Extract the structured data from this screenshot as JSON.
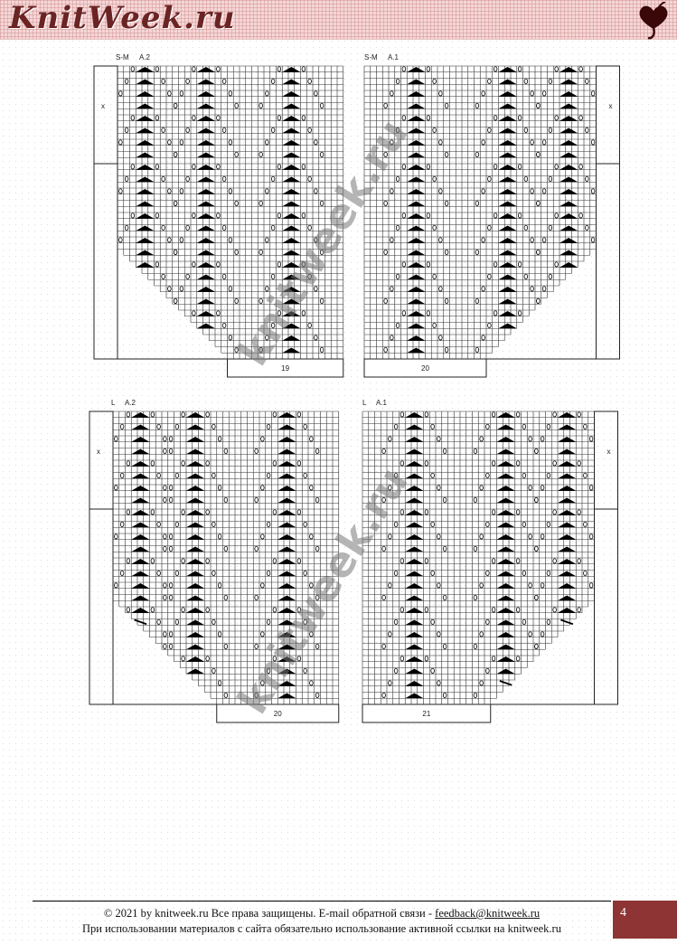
{
  "header": {
    "logo": "KnitWeek.ru",
    "heart_icon": "heart-icon"
  },
  "watermark": "knitweek.ru",
  "charts": [
    {
      "size": "S-M",
      "name": "A.2",
      "repeat_label": "x",
      "stitch_count": "19"
    },
    {
      "size": "S-M",
      "name": "A.1",
      "repeat_label": "x",
      "stitch_count": "20"
    },
    {
      "size": "L",
      "name": "A.2",
      "repeat_label": "x",
      "stitch_count": "20"
    },
    {
      "size": "L",
      "name": "A.1",
      "repeat_label": "x",
      "stitch_count": "21"
    }
  ],
  "footer": {
    "line1_prefix": "© 2021 by knitweek.ru Все права защищены. E-mail обратной связи - ",
    "email": "feedback@knitweek.ru",
    "line2": "При использовании материалов с сайта обязательно использование активной ссылки на knitweek.ru",
    "page_number": "4"
  },
  "colors": {
    "brand": "#6b2424",
    "page_box": "#8e3434"
  }
}
